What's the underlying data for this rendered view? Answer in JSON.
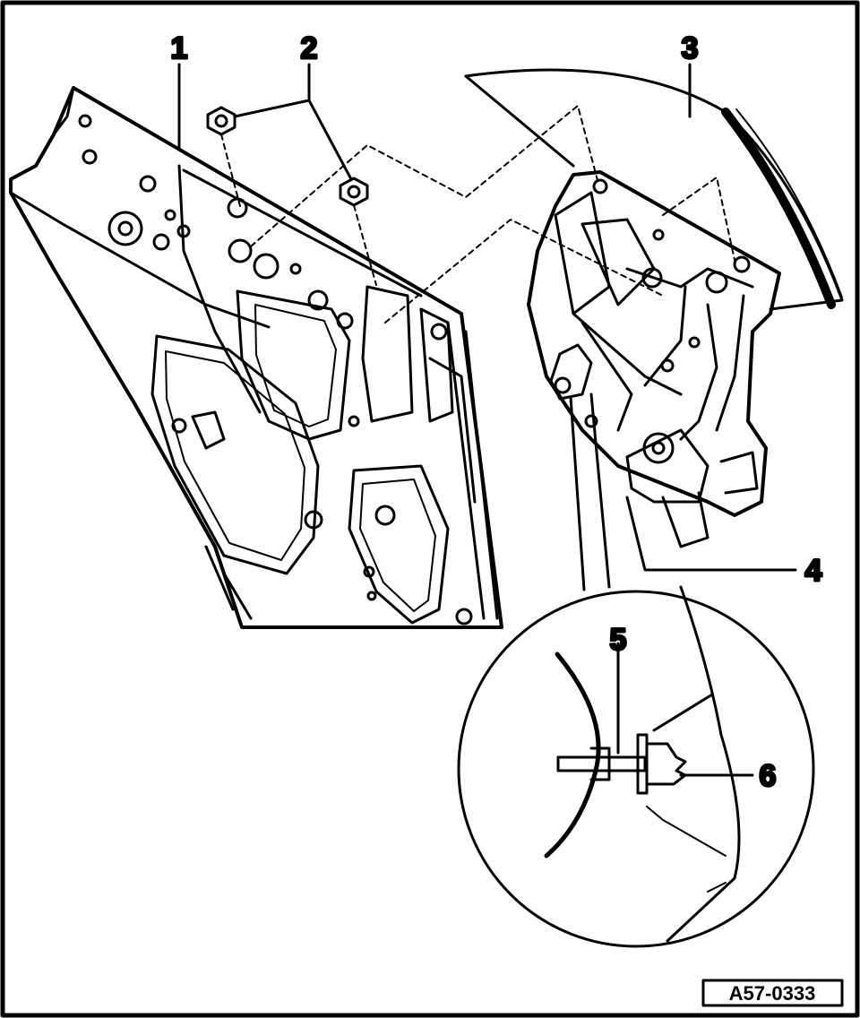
{
  "figure": {
    "code": "A57-0333",
    "callouts": {
      "c1": "1",
      "c2": "2",
      "c3": "3",
      "c4": "4",
      "c5": "5",
      "c6": "6"
    }
  }
}
